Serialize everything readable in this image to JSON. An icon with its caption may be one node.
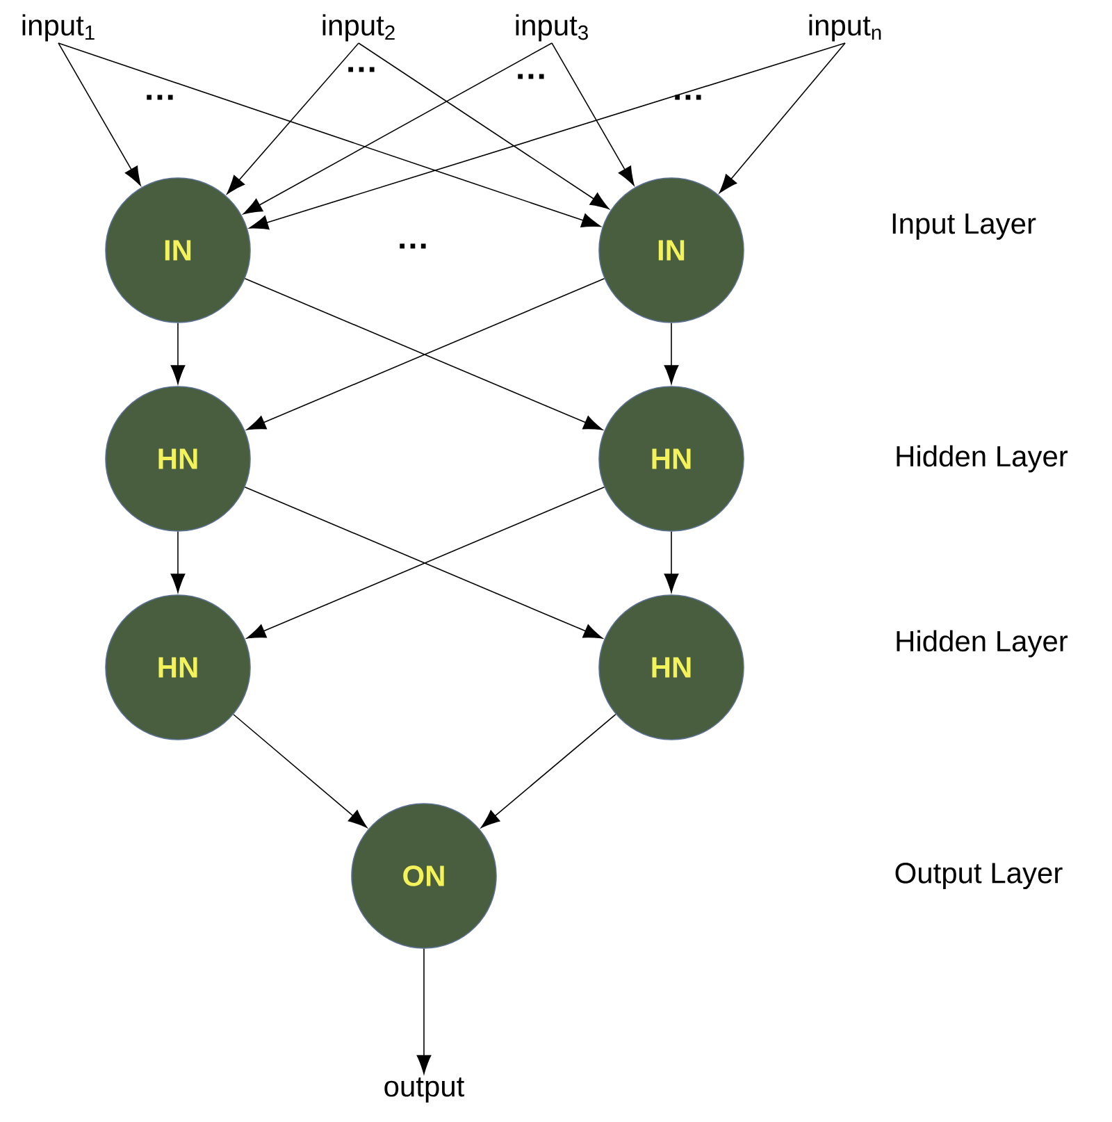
{
  "diagram": {
    "nodes": [
      {
        "text": [
          "input$_{1}$"
        ]
      },
      {
        "text": [
          "input$_{2}$"
        ]
      },
      {
        "text": [
          "input$_{3}$"
        ]
      },
      {
        "text": [
          "input$_{n}$"
        ]
      },
      {
        "text": [
          "IN"
        ]
      },
      {
        "text": [
          "IN"
        ]
      },
      {
        "text": [
          "HN"
        ]
      },
      {
        "text": [
          "HN"
        ]
      },
      {
        "text": [
          "HN"
        ]
      },
      {
        "text": [
          "HN"
        ]
      },
      {
        "text": [
          "ON"
        ]
      },
      {
        "text": [
          "output"
        ]
      }
    ],
    "edges": [
      {
        "from": 0,
        "to": 4,
        "arrow": "to"
      },
      {
        "from": 0,
        "to": 5,
        "arrow": "to"
      },
      {
        "from": 1,
        "to": 4,
        "arrow": "to"
      },
      {
        "from": 1,
        "to": 5,
        "arrow": "to"
      },
      {
        "from": 2,
        "to": 4,
        "arrow": "to"
      },
      {
        "from": 2,
        "to": 5,
        "arrow": "to"
      },
      {
        "from": 3,
        "to": 4,
        "arrow": "to"
      },
      {
        "from": 3,
        "to": 5,
        "arrow": "to"
      },
      {
        "from": 4,
        "to": 6,
        "arrow": "to"
      },
      {
        "from": 4,
        "to": 7,
        "arrow": "to"
      },
      {
        "from": 5,
        "to": 6,
        "arrow": "to"
      },
      {
        "from": 5,
        "to": 7,
        "arrow": "to"
      },
      {
        "from": 6,
        "to": 8,
        "arrow": "to"
      },
      {
        "from": 6,
        "to": 9,
        "arrow": "to"
      },
      {
        "from": 7,
        "to": 8,
        "arrow": "to"
      },
      {
        "from": 7,
        "to": 9,
        "arrow": "to"
      },
      {
        "from": 8,
        "to": 10,
        "arrow": "to"
      },
      {
        "from": 9,
        "to": 10,
        "arrow": "to"
      },
      {
        "from": 10,
        "to": 11,
        "arrow": "to"
      }
    ],
    "labels": [
      "…",
      "…",
      "…",
      "…",
      "…",
      "Input Layer",
      "Hidden Layer",
      "Hidden Layer",
      "Output Layer"
    ]
  }
}
